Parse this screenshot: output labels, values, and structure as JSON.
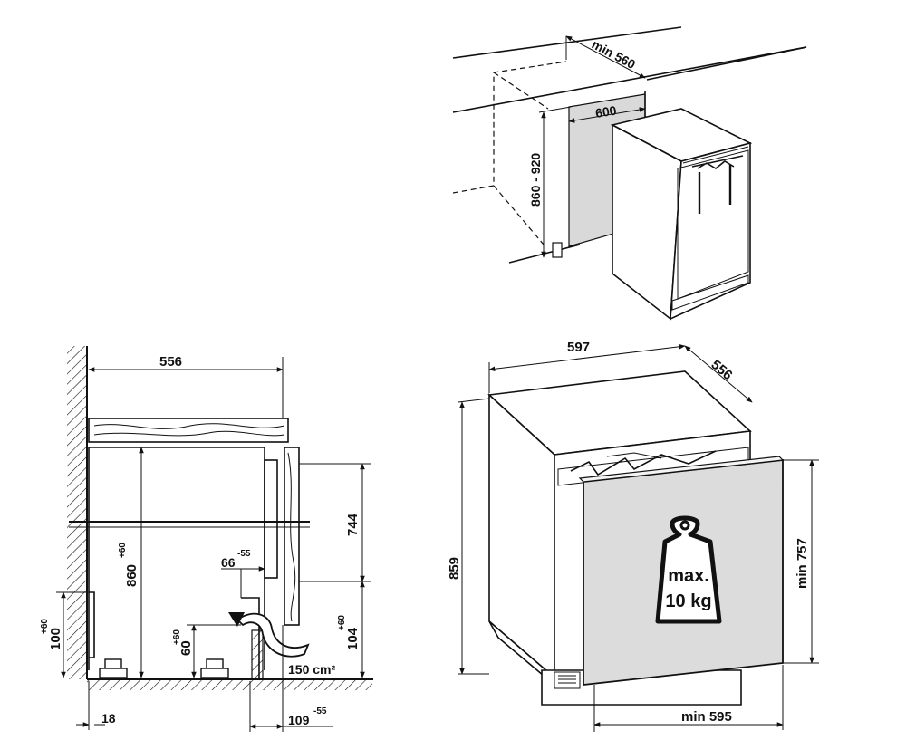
{
  "top_diagram": {
    "labels": {
      "min_width": "min 560",
      "width": "600",
      "height_range": "860 - 920"
    }
  },
  "side_view": {
    "labels": {
      "depth": "556",
      "height_main": "860",
      "height_main_tol": "+60",
      "door_height": "744",
      "offset": "66",
      "offset_tol": "-55",
      "plinth_height": "104",
      "plinth_tol": "+60",
      "foot_height": "60",
      "foot_tol": "+60",
      "base_height": "100",
      "base_tol": "+60",
      "vent_area": "150 cm²",
      "wall_gap": "18",
      "plinth_depth": "109",
      "plinth_depth_tol": "-55"
    }
  },
  "front_view": {
    "labels": {
      "width": "597",
      "depth": "556",
      "height": "859",
      "door_min_height": "min 757",
      "door_min_width": "min 595"
    },
    "weight_badge": {
      "line1": "max.",
      "line2": "10 kg"
    }
  }
}
